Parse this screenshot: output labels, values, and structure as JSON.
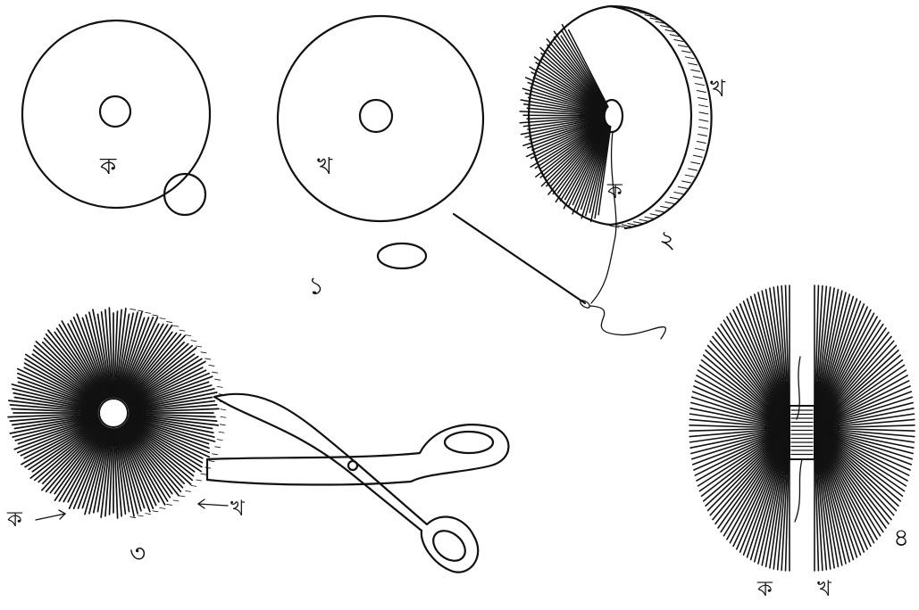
{
  "labels": {
    "ka": "ক",
    "kha": "খ"
  },
  "step_numbers": {
    "one": "১",
    "two": "২",
    "three": "৩",
    "four": "৪"
  },
  "colors": {
    "ink": "#111111",
    "paper": "#ffffff"
  },
  "icons": [
    "card-disc-icon",
    "needle-icon",
    "scissors-icon",
    "pompom-icon",
    "arrow-icon"
  ]
}
